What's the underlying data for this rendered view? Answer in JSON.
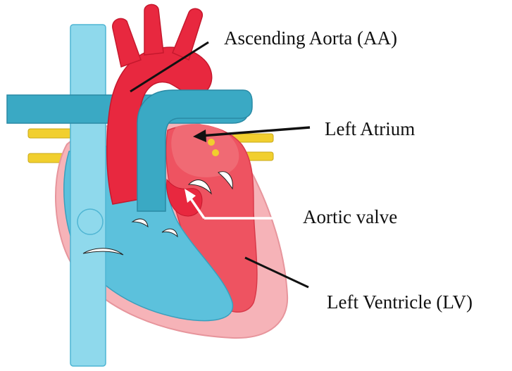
{
  "labels": {
    "ascending_aorta": "Ascending Aorta (AA)",
    "left_atrium": "Left Atrium",
    "aortic_valve": "Aortic valve",
    "left_ventricle": "Left Ventricle (LV)"
  },
  "colors": {
    "pericardium_pink": "#f6b3b8",
    "aorta_red": "#e8283f",
    "chamber_red": "#ee5361",
    "atrium_red": "#f06a74",
    "vessel_blue": "#3aa9c4",
    "vena_cava_light_blue": "#8fd9ec",
    "right_heart_blue": "#5cc1dc",
    "fat_yellow": "#f1cf2e",
    "pointer_black": "#111111",
    "pointer_white": "#ffffff"
  }
}
